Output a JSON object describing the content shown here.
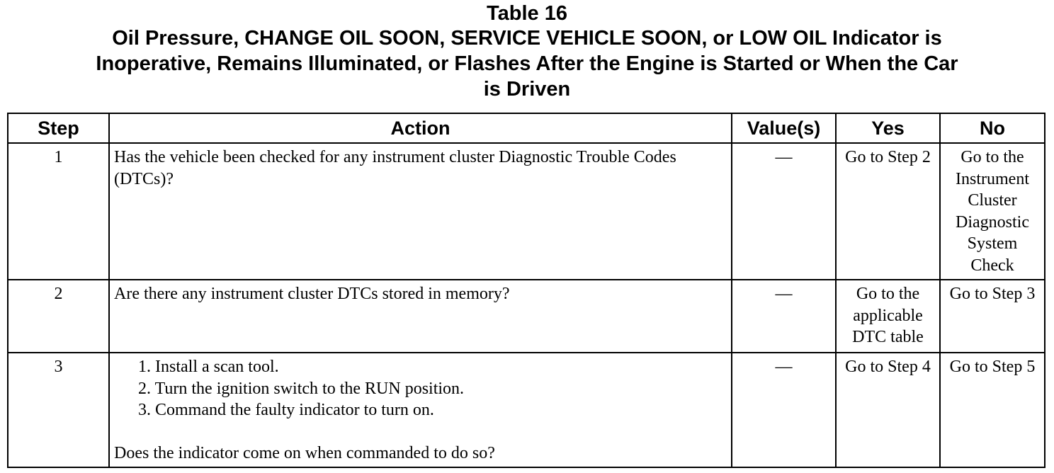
{
  "table_number": "Table 16",
  "title_lines": [
    "Oil Pressure, CHANGE OIL SOON, SERVICE VEHICLE SOON, or LOW OIL Indicator is",
    "Inoperative, Remains Illuminated, or Flashes After the Engine is Started or When the Car",
    "is Driven"
  ],
  "headers": {
    "step": "Step",
    "action": "Action",
    "values": "Value(s)",
    "yes": "Yes",
    "no": "No"
  },
  "rows": [
    {
      "step": "1",
      "action": "Has the vehicle been checked for any instrument cluster Diagnostic Trouble Codes (DTCs)?",
      "values": "—",
      "yes": "Go to Step 2",
      "no": "Go to the Instrument Cluster Diagnostic System Check"
    },
    {
      "step": "2",
      "action": "Are there any instrument cluster DTCs stored in memory?",
      "values": "—",
      "yes": "Go to the applicable DTC table",
      "no": "Go to Step 3"
    },
    {
      "step": "3",
      "substeps": [
        "1. Install a scan tool.",
        "2. Turn the ignition switch to the RUN position.",
        "3. Command the faulty indicator to turn on."
      ],
      "action": "Does the indicator come on when commanded to do so?",
      "values": "—",
      "yes": "Go to Step 4",
      "no": "Go to Step 5"
    }
  ]
}
